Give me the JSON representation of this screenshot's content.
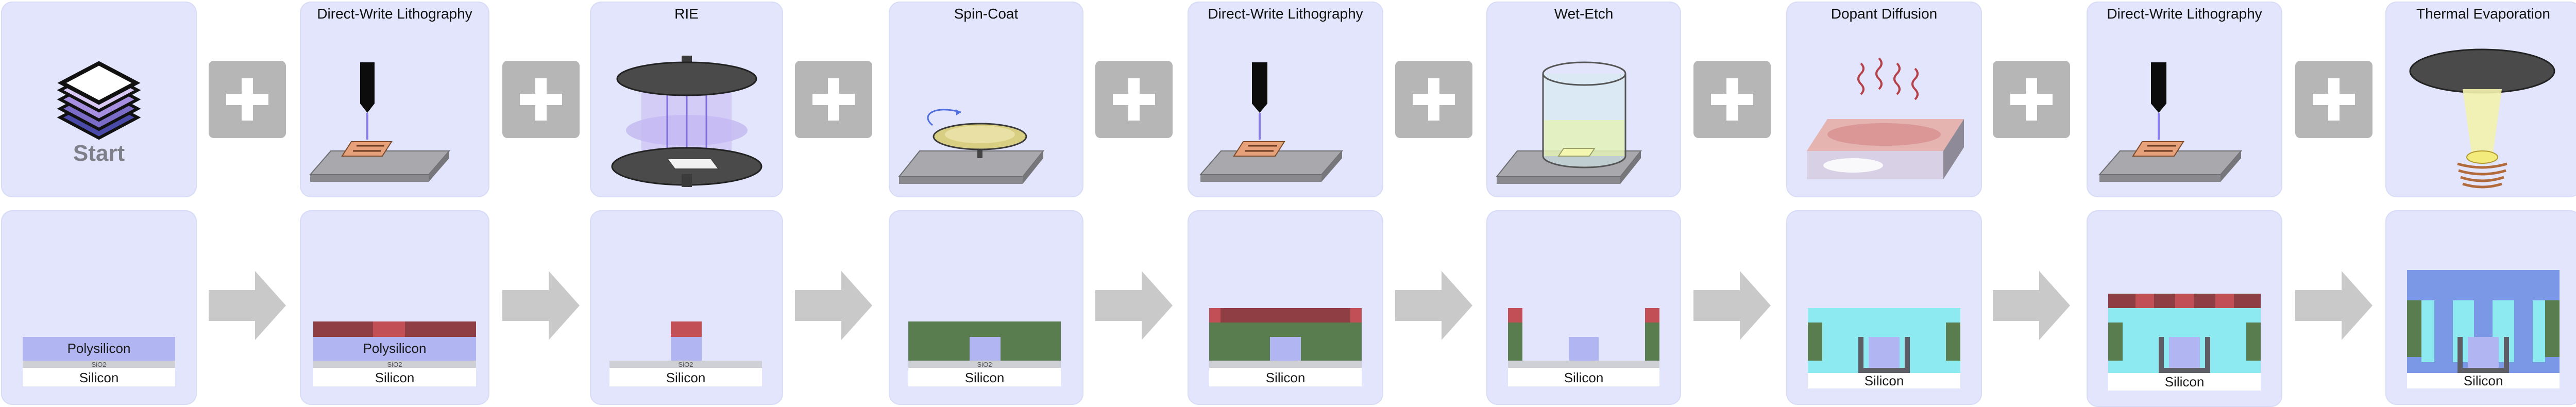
{
  "steps": [
    {
      "title": "Start"
    },
    {
      "title": "Direct-Write Lithography"
    },
    {
      "title": "RIE"
    },
    {
      "title": "Spin-Coat"
    },
    {
      "title": "Direct-Write Lithography"
    },
    {
      "title": "Wet-Etch"
    },
    {
      "title": "Dopant Diffusion"
    },
    {
      "title": "Direct-Write Lithography"
    },
    {
      "title": "Thermal Evaporation"
    }
  ],
  "labels": {
    "polysilicon": "Polysilicon",
    "sio2": "SiO2",
    "silicon": "Silicon"
  },
  "colors": {
    "panel": "#e2e5fb",
    "connector": "#b6b6b6",
    "silicon": "#ffffff",
    "sio2": "#cfcfd6",
    "polysilicon": "#b1b6f3",
    "resist_red": "#c34f56",
    "resist_dark": "#8f3f43",
    "spin_green": "#5a7d4f",
    "diffusion_cyan": "#8ceaf0",
    "metal_blue": "#7b98e6"
  }
}
